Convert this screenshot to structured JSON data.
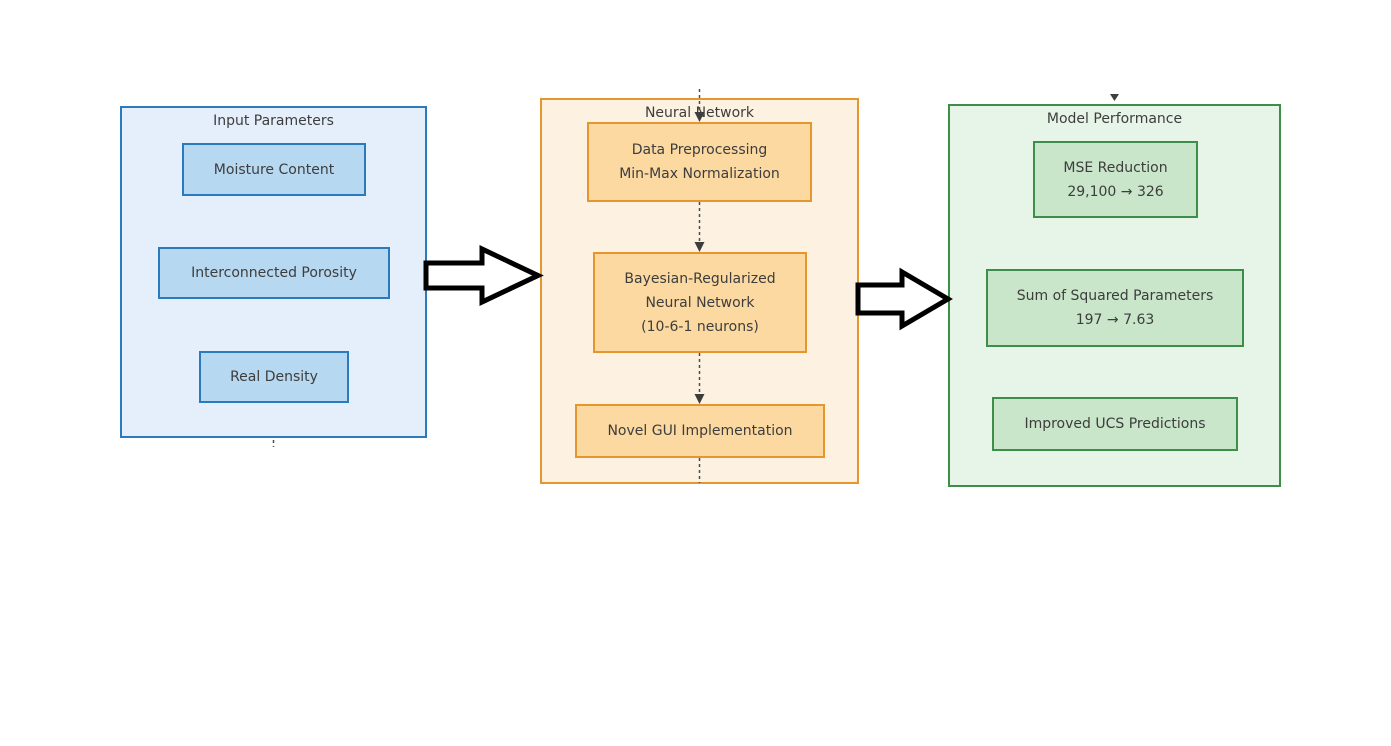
{
  "palette": {
    "background": "#ffffff",
    "text": "#3d3d3d",
    "connector": "#4d4d4d",
    "flow_arrow_outline": "#000000",
    "flow_arrow_fill": "#ffffff",
    "input_border": "#2b7abc",
    "input_container_fill": "#e4effb",
    "input_box_fill": "#b7d8f1",
    "network_border": "#e6962f",
    "network_container_fill": "#fdf2e1",
    "network_box_fill": "#fbd9a1",
    "performance_border": "#3e8e49",
    "performance_container_fill": "#e7f4e8",
    "performance_box_fill": "#c9e5ca"
  },
  "icons": {
    "flow_arrow_1": "block-arrow-right-icon",
    "flow_arrow_2": "block-arrow-right-icon",
    "connector_style": "dashed-line-with-solid-arrowhead"
  },
  "sections": {
    "input": {
      "title": "Input Parameters",
      "items": [
        {
          "label": "Moisture Content"
        },
        {
          "label": "Interconnected Porosity"
        },
        {
          "label": "Real Density"
        }
      ]
    },
    "network": {
      "title": "Neural Network",
      "steps": [
        {
          "line1": "Data Preprocessing",
          "line2": "Min-Max Normalization"
        },
        {
          "line1": "Bayesian-Regularized",
          "line2": "Neural Network",
          "line3": "(10-6-1 neurons)"
        },
        {
          "line1": "Novel GUI Implementation"
        }
      ]
    },
    "performance": {
      "title": "Model Performance",
      "items": [
        {
          "line1": "MSE Reduction",
          "line2": "29,100 → 326"
        },
        {
          "line1": "Sum of Squared Parameters",
          "line2": "197 → 7.63"
        },
        {
          "line1": "Improved UCS Predictions"
        }
      ]
    }
  }
}
